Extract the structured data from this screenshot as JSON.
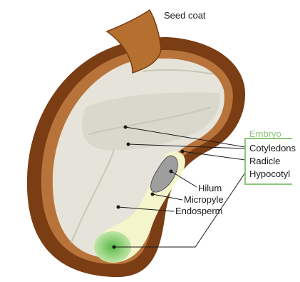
{
  "diagram": {
    "labels": {
      "seed_coat": "Seed coat",
      "embryo": "Embryo",
      "cotyledons": "Cotyledons",
      "radicle": "Radicle",
      "hypocotyl": "Hypocotyl",
      "hilum": "Hilum",
      "micropyle": "Micropyle",
      "endosperm": "Endosperm"
    },
    "colors": {
      "seed_coat_outer": "#7a3d14",
      "seed_coat_inner": "#c27b3f",
      "seed_coat_flap": "#b5702f",
      "endosperm": "#e6e4da",
      "cotyledon": "#d9d8cc",
      "embryo_axis": "#f5f5cc",
      "radicle": "#8ccf6a",
      "hilum": "#a9a9a9",
      "embryo_bracket": "#8bc57a",
      "embryo_text": "#8bc57a"
    }
  }
}
